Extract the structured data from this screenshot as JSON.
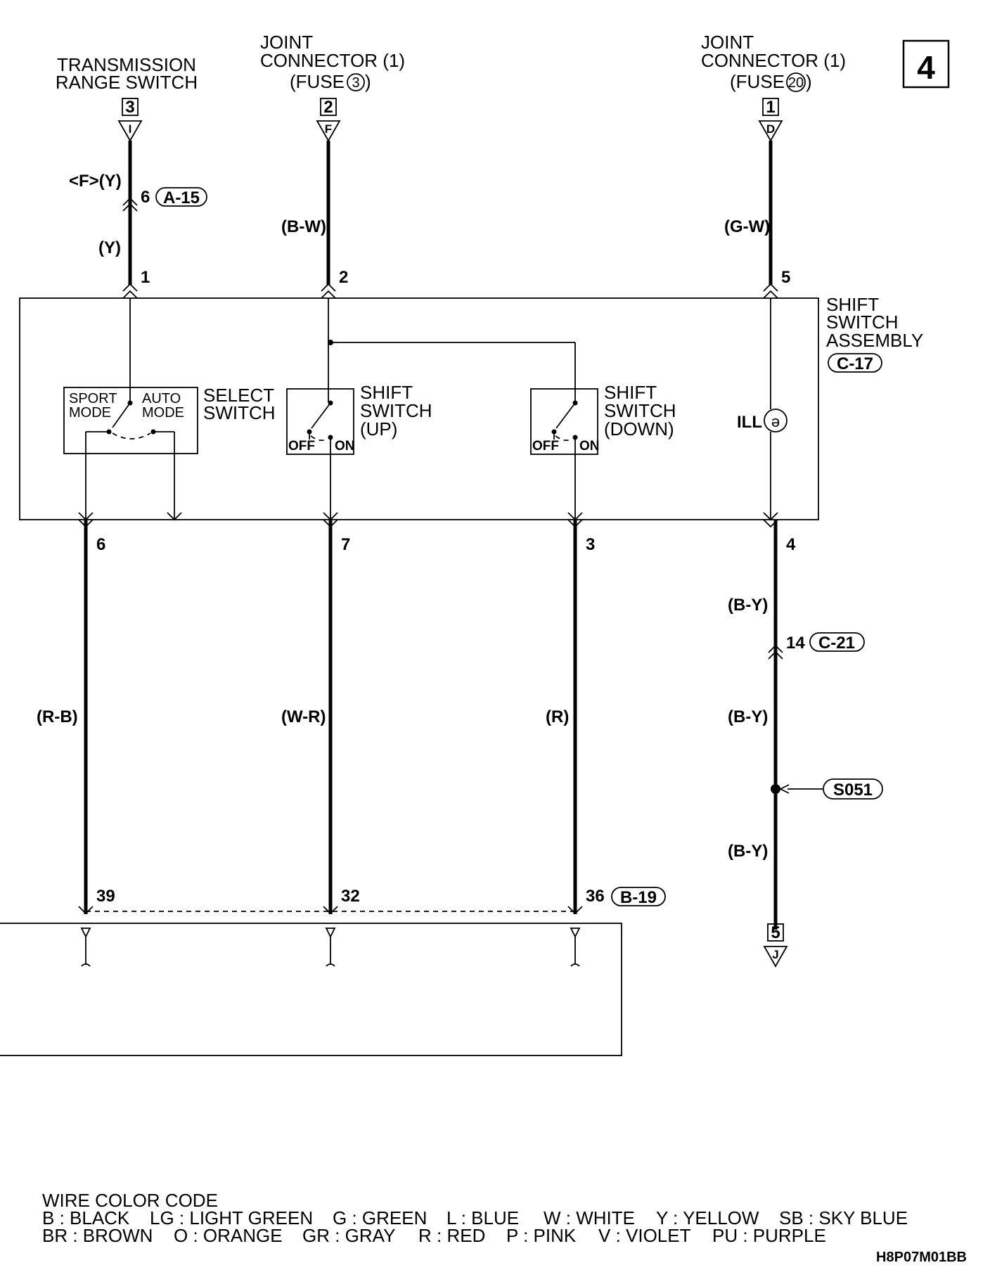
{
  "page_number": "4",
  "sources": [
    {
      "id": "trs",
      "lines": [
        "TRANSMISSION",
        "RANGE SWITCH"
      ],
      "sheet": "3",
      "ref": "I"
    },
    {
      "id": "jc3",
      "lines": [
        "JOINT",
        "CONNECTOR (1)"
      ],
      "fuse_prefix": "(FUSE",
      "fuse_num": "3",
      "fuse_suffix": ")",
      "sheet": "2",
      "ref": "F"
    },
    {
      "id": "jc20",
      "lines": [
        "JOINT",
        "CONNECTOR (1)"
      ],
      "fuse_prefix": "(FUSE",
      "fuse_num": "20",
      "fuse_suffix": ")",
      "sheet": "1",
      "ref": "D"
    }
  ],
  "top_wire": {
    "variant_color": "<F>(Y)",
    "color_lower": "(Y)",
    "connector_pin": "6",
    "connector": "A-15"
  },
  "wire_colors_top": {
    "mid": "(B-W)",
    "right": "(G-W)"
  },
  "assembly": {
    "lines": [
      "SHIFT",
      "SWITCH",
      "ASSEMBLY"
    ],
    "connector": "C-17",
    "pins_top": [
      "1",
      "2",
      "5"
    ],
    "pins_bottom": [
      "6",
      "7",
      "3",
      "4"
    ]
  },
  "select_switch": {
    "name_lines": [
      "SELECT",
      "SWITCH"
    ],
    "left": [
      "SPORT",
      "MODE"
    ],
    "right": [
      "AUTO",
      "MODE"
    ]
  },
  "shift_up": {
    "name_lines": [
      "SHIFT",
      "SWITCH",
      "(UP)"
    ],
    "off": "OFF",
    "on": "ON"
  },
  "shift_down": {
    "name_lines": [
      "SHIFT",
      "SWITCH",
      "(DOWN)"
    ],
    "off": "OFF",
    "on": "ON"
  },
  "ill_label": "ILL",
  "ill_symbol": "ə",
  "lower_wire_colors": [
    "(R-B)",
    "(W-R)",
    "(R)"
  ],
  "right_wire": {
    "color_1": "(B-Y)",
    "connector_pin": "14",
    "connector": "C-21",
    "color_2": "(B-Y)",
    "splice": "S051",
    "color_3": "(B-Y)",
    "sheet": "5",
    "ref": "J"
  },
  "ecu": {
    "pins": [
      "39",
      "32",
      "36"
    ],
    "connector": "B-19"
  },
  "wire_code": {
    "title": "WIRE COLOR CODE",
    "row1": [
      "B : BLACK",
      "LG : LIGHT GREEN",
      "G : GREEN",
      "L : BLUE",
      "W : WHITE",
      "Y : YELLOW",
      "SB : SKY BLUE"
    ],
    "row2": [
      "BR : BROWN",
      "O : ORANGE",
      "GR : GRAY",
      "R : RED",
      "P : PINK",
      "V : VIOLET",
      "PU : PURPLE"
    ]
  },
  "drawing_code": "H8P07M01BB"
}
